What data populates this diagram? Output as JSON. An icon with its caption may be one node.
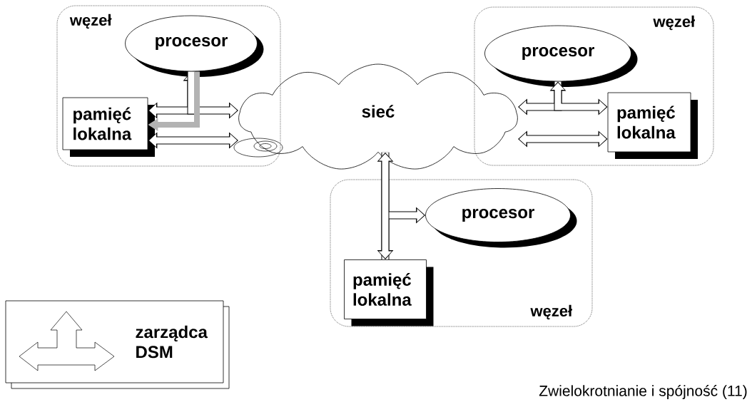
{
  "diagram": {
    "caption": "Zwielokrotnianie i spójność (11)",
    "nodes": [
      {
        "text": [
          "węzeł"
        ]
      },
      {
        "text": [
          "procesor"
        ],
        "in": 0
      },
      {
        "text": [
          "pamięć lokalna"
        ],
        "in": 0
      },
      {
        "text": [
          "sieć"
        ]
      },
      {
        "text": [
          "węzeł"
        ]
      },
      {
        "text": [
          "procesor"
        ],
        "in": 4
      },
      {
        "text": [
          "pamięć lokalna"
        ],
        "in": 4
      },
      {
        "text": [
          "węzeł"
        ]
      },
      {
        "text": [
          "procesor"
        ],
        "in": 7
      },
      {
        "text": [
          "pamięć lokalna"
        ],
        "in": 7
      },
      {
        "text": [
          "zarządca DSM"
        ]
      }
    ],
    "edges": [
      {
        "from": 1,
        "to": 2,
        "arrow": "both"
      },
      {
        "from": 1,
        "to": 3,
        "arrow": "to"
      },
      {
        "from": 2,
        "to": 3,
        "arrow": "both"
      },
      {
        "from": 5,
        "to": 3,
        "arrow": "to"
      },
      {
        "from": 5,
        "to": 6,
        "arrow": "both"
      },
      {
        "from": 3,
        "to": 6,
        "arrow": "both"
      },
      {
        "from": 3,
        "to": 9,
        "arrow": "both"
      },
      {
        "from": 3,
        "to": 8,
        "arrow": "to"
      },
      {
        "from": 9,
        "to": 8,
        "arrow": "to"
      },
      {
        "from": 1,
        "to": 2,
        "arrow": "to",
        "color": "#b3b3b3"
      }
    ]
  }
}
